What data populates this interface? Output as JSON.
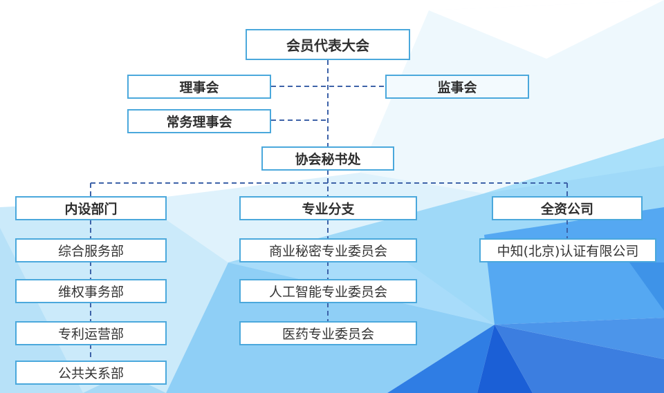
{
  "title": "会员代表大会",
  "colors": {
    "box_border": "#4aa8dc",
    "connector": "#3d62a8",
    "text": "#333333"
  },
  "governance": {
    "assembly": "会员代表大会",
    "council": "理事会",
    "standing_council": "常务理事会",
    "supervisory_board": "监事会",
    "secretariat": "协会秘书处"
  },
  "branches": [
    {
      "label": "内设部门",
      "items": [
        "综合服务部",
        "维权事务部",
        "专利运营部",
        "公共关系部"
      ]
    },
    {
      "label": "专业分支",
      "items": [
        "商业秘密专业委员会",
        "人工智能专业委员会",
        "医药专业委员会"
      ]
    },
    {
      "label": "全资公司",
      "items": [
        "中知(北京)认证有限公司"
      ]
    }
  ]
}
